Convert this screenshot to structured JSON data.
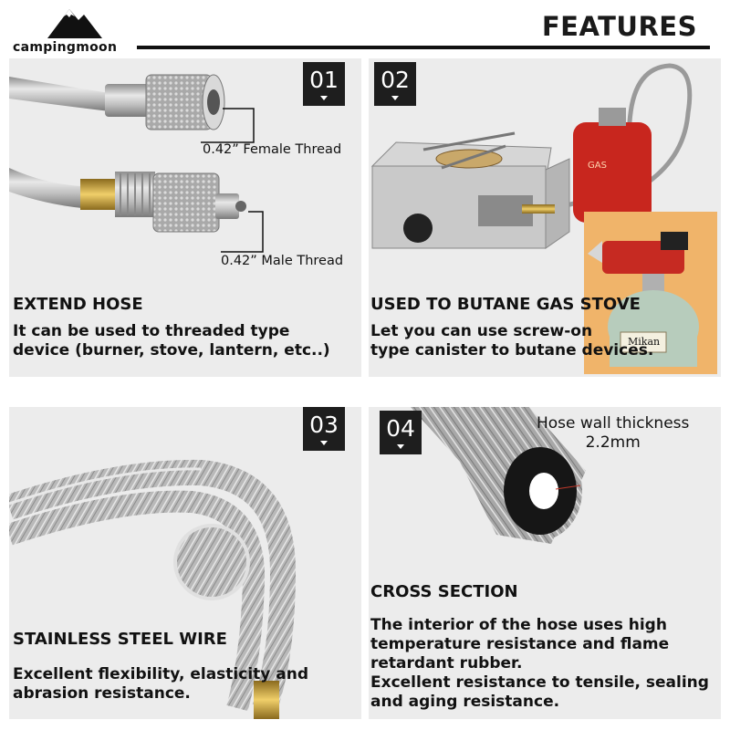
{
  "header": {
    "brand": "campingmoon",
    "title": "FEATURES"
  },
  "panels": [
    {
      "number": "01",
      "heading": "EXTEND HOSE",
      "body_lines": [
        "It can be used to threaded type",
        "device (burner, stove, lantern, etc..)"
      ],
      "callouts": [
        "0.42” Female Thread",
        "0.42” Male Thread"
      ]
    },
    {
      "number": "02",
      "heading": "USED TO BUTANE GAS STOVE",
      "body_lines": [
        "Let you can use screw-on",
        "type canister to butane devices."
      ],
      "canister_label": "Mikan"
    },
    {
      "number": "03",
      "heading": "STAINLESS STEEL WIRE",
      "body_lines": [
        "Excellent flexibility, elasticity and",
        "abrasion resistance."
      ]
    },
    {
      "number": "04",
      "heading": "CROSS SECTION",
      "body_lines": [
        "The interior of the hose uses high",
        "temperature resistance and flame",
        "retardant rubber.",
        "Excellent resistance to tensile, sealing",
        "and aging resistance."
      ],
      "callout_lines": [
        "Hose wall thickness",
        "2.2mm"
      ]
    }
  ],
  "colors": {
    "panel_bg": "#ececec",
    "badge_bg": "#1e1e1e",
    "canister_red": "#c8261e",
    "brass": "#c9a23a"
  }
}
